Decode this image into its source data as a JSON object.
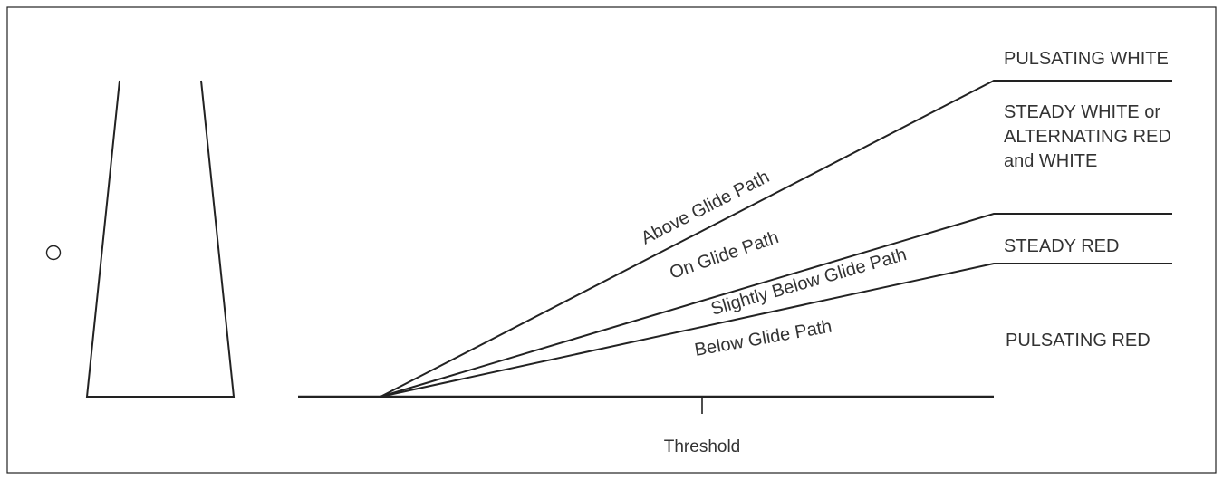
{
  "diagram": {
    "zones": {
      "pulsating_white": "PULSATING WHITE",
      "steady_white_line1": "STEADY WHITE or",
      "steady_white_line2": "ALTERNATING RED",
      "steady_white_line3": "and WHITE",
      "steady_red": "STEADY RED",
      "pulsating_red": "PULSATING RED"
    },
    "paths": {
      "above": "Above Glide Path",
      "on": "On Glide Path",
      "slightly_below": "Slightly Below Glide Path",
      "below": "Below Glide Path"
    },
    "threshold": "Threshold",
    "line_color": "#222222"
  }
}
